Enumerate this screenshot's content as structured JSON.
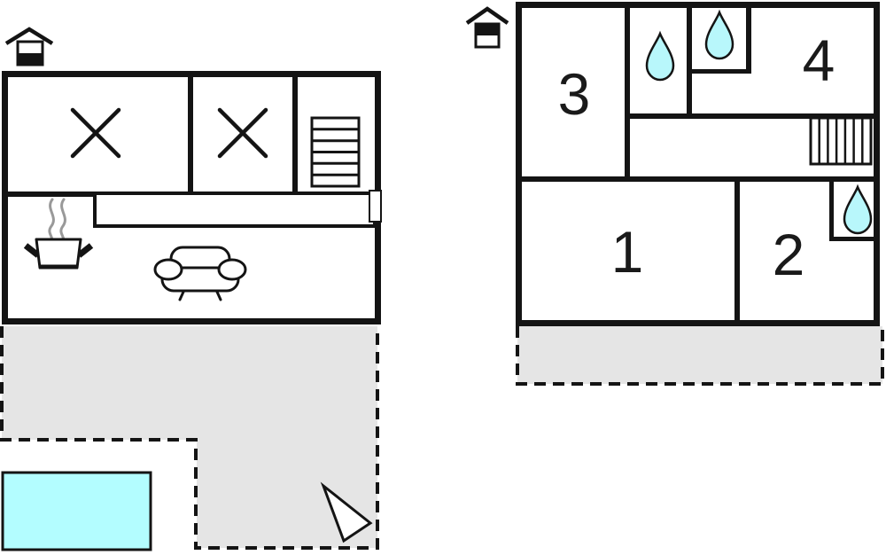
{
  "plan_title": "two-level-floor-plan",
  "rooms": {
    "r1": "1",
    "r2": "2",
    "r3": "3",
    "r4": "4"
  },
  "colors": {
    "wall": "#141414",
    "terrace_fill": "#e5e5e5",
    "pool_fill": "#b3fdff",
    "drop_fill": "#b8f7fb",
    "steam": "#999999"
  },
  "icons": {
    "ground_level_marker": "house-level-bottom-icon",
    "top_level_marker": "house-level-top-icon",
    "bathroom_marker": "water-drop-icon",
    "kitchen_marker": "cooking-pot-steam-icon",
    "living_marker": "sofa-icon",
    "ground_stairs": "ladder-icon",
    "top_stairs": "stairs-icon",
    "orientation_marker": "north-arrow-icon",
    "void_marker": "x-cross-icon",
    "pool_marker": "pool-rectangle",
    "terrace_marker": "dashed-terrace-area"
  }
}
